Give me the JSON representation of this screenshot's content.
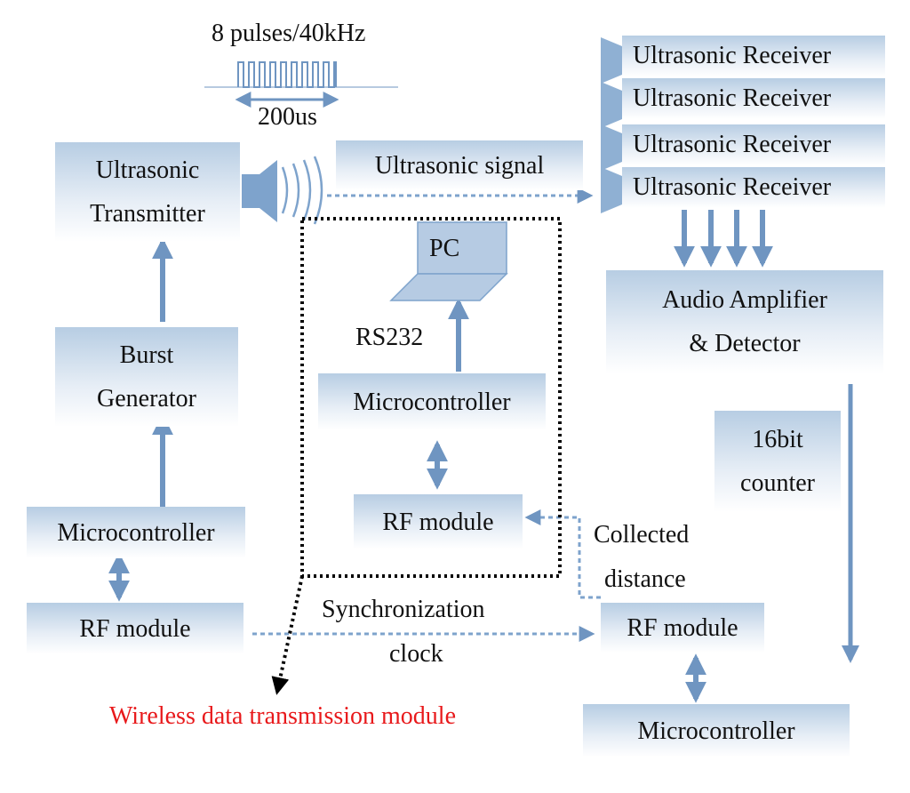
{
  "colors": {
    "box_top": "#b7cde3",
    "arrow": "#6f95c1",
    "dotted_frame": "#000000",
    "caption": "#e8191b"
  },
  "pulse": {
    "label": "8 pulses/40kHz",
    "duration": "200us"
  },
  "transmitter_side": {
    "transmitter": [
      "Ultrasonic",
      "Transmitter"
    ],
    "burst_generator": [
      "Burst",
      "Generator"
    ],
    "microcontroller": "Microcontroller",
    "rf_module": "RF module"
  },
  "signal_label": "Ultrasonic signal",
  "receivers": [
    "Ultrasonic Receiver",
    "Ultrasonic Receiver",
    "Ultrasonic Receiver",
    "Ultrasonic Receiver"
  ],
  "receiver_side": {
    "amplifier": [
      "Audio Amplifier",
      "& Detector"
    ],
    "counter": [
      "16bit",
      "counter"
    ],
    "rf_module": "RF module",
    "microcontroller": "Microcontroller"
  },
  "wireless_module": {
    "pc": "PC",
    "rs232": "RS232",
    "microcontroller": "Microcontroller",
    "rf_module": "RF module",
    "caption": "Wireless data transmission module"
  },
  "links": {
    "collected": [
      "Collected",
      "distance"
    ],
    "sync": [
      "Synchronization",
      "clock"
    ]
  }
}
